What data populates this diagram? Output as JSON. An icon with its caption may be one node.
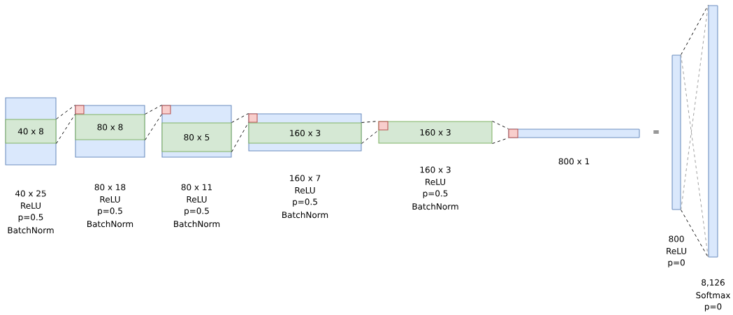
{
  "diagram": {
    "nodes": [
      {
        "text": [],
        "shape": "box",
        "beside": [
          "40 x 25",
          "ReLU",
          "p=0.5",
          "BatchNorm"
        ]
      },
      {
        "text": [
          "40 x 8"
        ],
        "in": 0
      },
      {
        "text": [],
        "shape": "box",
        "beside": [
          "80 x 18",
          "ReLU",
          "p=0.5",
          "BatchNorm"
        ]
      },
      {
        "text": [
          "80 x 8"
        ],
        "in": 2
      },
      {
        "text": [],
        "shape": "box",
        "in": 2
      },
      {
        "text": [],
        "shape": "box",
        "beside": [
          "80 x 11",
          "ReLU",
          "p=0.5",
          "BatchNorm"
        ]
      },
      {
        "text": [
          "80 x 5"
        ],
        "in": 5
      },
      {
        "text": [],
        "shape": "box",
        "in": 5
      },
      {
        "text": [],
        "shape": "box",
        "beside": [
          "160 x 7",
          "ReLU",
          "p=0.5",
          "BatchNorm"
        ]
      },
      {
        "text": [
          "160 x 3"
        ],
        "in": 8
      },
      {
        "text": [],
        "shape": "box",
        "in": 8
      },
      {
        "text": [
          "160 x 3"
        ],
        "beside": [
          "160 x 3",
          "ReLU",
          "p=0.5",
          "BatchNorm"
        ]
      },
      {
        "text": [],
        "shape": "box",
        "in": 11
      },
      {
        "text": [],
        "shape": "bar",
        "beside": [
          "800 x 1"
        ]
      },
      {
        "text": [],
        "shape": "box",
        "in": 13
      },
      {
        "text": [],
        "shape": "bar",
        "beside": [
          "800",
          "ReLU",
          "p=0"
        ]
      },
      {
        "text": [],
        "shape": "bar",
        "beside": [
          "8,126",
          "Softmax",
          "p=0"
        ]
      }
    ],
    "edges": [
      {
        "from": 1,
        "to": 4,
        "arrow": "none",
        "style": "dashed"
      },
      {
        "from": 1,
        "to": 4,
        "arrow": "none",
        "style": "dashed"
      },
      {
        "from": 3,
        "to": 7,
        "arrow": "none",
        "style": "dashed"
      },
      {
        "from": 3,
        "to": 7,
        "arrow": "none",
        "style": "dashed"
      },
      {
        "from": 6,
        "to": 10,
        "arrow": "none",
        "style": "dashed"
      },
      {
        "from": 6,
        "to": 10,
        "arrow": "none",
        "style": "dashed"
      },
      {
        "from": 9,
        "to": 12,
        "arrow": "none",
        "style": "dashed"
      },
      {
        "from": 9,
        "to": 12,
        "arrow": "none",
        "style": "dashed"
      },
      {
        "from": 11,
        "to": 14,
        "arrow": "none",
        "style": "dashed"
      },
      {
        "from": 11,
        "to": 14,
        "arrow": "none",
        "style": "dashed"
      },
      {
        "from": 15,
        "to": 16,
        "arrow": "none",
        "style": "dashed"
      },
      {
        "from": 15,
        "to": 16,
        "arrow": "none",
        "style": "dashed"
      },
      {
        "from": 15,
        "to": 16,
        "arrow": "none",
        "style": "dashed",
        "color": "#999999"
      },
      {
        "from": 15,
        "to": 16,
        "arrow": "none",
        "style": "dashed",
        "color": "#999999"
      }
    ],
    "labels": [
      "="
    ]
  }
}
